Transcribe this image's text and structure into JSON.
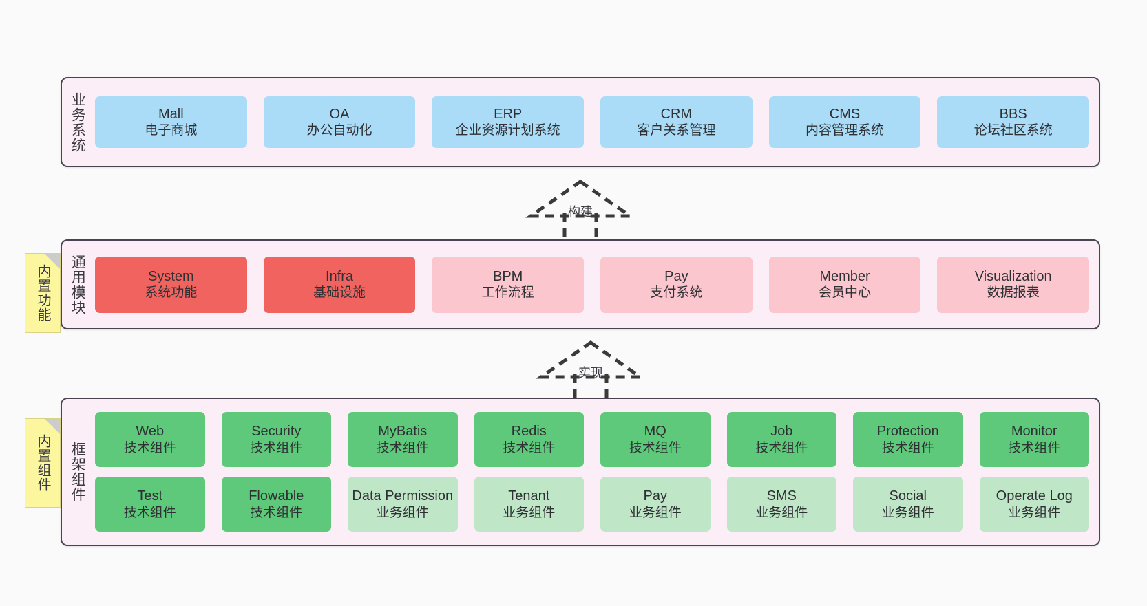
{
  "diagram": {
    "background_color": "#fafafa",
    "band_fill": "#fbeef6",
    "band_border": "#4a4452",
    "note_fill": "#fcf79f"
  },
  "layers": [
    {
      "id": "business",
      "title": "业务系统",
      "accent": "#aadcf8",
      "rows": [
        {
          "nodes": [
            {
              "title": "Mall",
              "sub": "电子商城",
              "style": "sky"
            },
            {
              "title": "OA",
              "sub": "办公自动化",
              "style": "sky"
            },
            {
              "title": "ERP",
              "sub": "企业资源计划系统",
              "style": "sky"
            },
            {
              "title": "CRM",
              "sub": "客户关系管理",
              "style": "sky"
            },
            {
              "title": "CMS",
              "sub": "内容管理系统",
              "style": "sky"
            },
            {
              "title": "BBS",
              "sub": "论坛社区系统",
              "style": "sky"
            }
          ]
        }
      ]
    },
    {
      "id": "common",
      "title": "通用模块",
      "accent": "#f1635f",
      "note": "内置功能",
      "rows": [
        {
          "nodes": [
            {
              "title": "System",
              "sub": "系统功能",
              "style": "red"
            },
            {
              "title": "Infra",
              "sub": "基础设施",
              "style": "red"
            },
            {
              "title": "BPM",
              "sub": "工作流程",
              "style": "pink"
            },
            {
              "title": "Pay",
              "sub": "支付系统",
              "style": "pink"
            },
            {
              "title": "Member",
              "sub": "会员中心",
              "style": "pink"
            },
            {
              "title": "Visualization",
              "sub": "数据报表",
              "style": "pink"
            }
          ]
        }
      ]
    },
    {
      "id": "framework",
      "title": "框架组件",
      "accent": "#5ec97a",
      "note": "内置组件",
      "rows": [
        {
          "nodes": [
            {
              "title": "Web",
              "sub": "技术组件",
              "style": "green"
            },
            {
              "title": "Security",
              "sub": "技术组件",
              "style": "green"
            },
            {
              "title": "MyBatis",
              "sub": "技术组件",
              "style": "green"
            },
            {
              "title": "Redis",
              "sub": "技术组件",
              "style": "green"
            },
            {
              "title": "MQ",
              "sub": "技术组件",
              "style": "green"
            },
            {
              "title": "Job",
              "sub": "技术组件",
              "style": "green"
            },
            {
              "title": "Protection",
              "sub": "技术组件",
              "style": "green"
            },
            {
              "title": "Monitor",
              "sub": "技术组件",
              "style": "green"
            }
          ]
        },
        {
          "nodes": [
            {
              "title": "Test",
              "sub": "技术组件",
              "style": "green"
            },
            {
              "title": "Flowable",
              "sub": "技术组件",
              "style": "green"
            },
            {
              "title": "Data Permission",
              "sub": "业务组件",
              "style": "lgreen"
            },
            {
              "title": "Tenant",
              "sub": "业务组件",
              "style": "lgreen"
            },
            {
              "title": "Pay",
              "sub": "业务组件",
              "style": "lgreen"
            },
            {
              "title": "SMS",
              "sub": "业务组件",
              "style": "lgreen"
            },
            {
              "title": "Social",
              "sub": "业务组件",
              "style": "lgreen"
            },
            {
              "title": "Operate Log",
              "sub": "业务组件",
              "style": "lgreen"
            }
          ]
        }
      ]
    }
  ],
  "notes": [
    {
      "id": "builtin-function",
      "label": "内置功能"
    },
    {
      "id": "builtin-component",
      "label": "内置组件"
    }
  ],
  "arrows": [
    {
      "id": "build",
      "label": "构建",
      "kind": "dashed-generalization",
      "direction": "up"
    },
    {
      "id": "implement",
      "label": "实现",
      "kind": "dashed-generalization",
      "direction": "up"
    }
  ]
}
